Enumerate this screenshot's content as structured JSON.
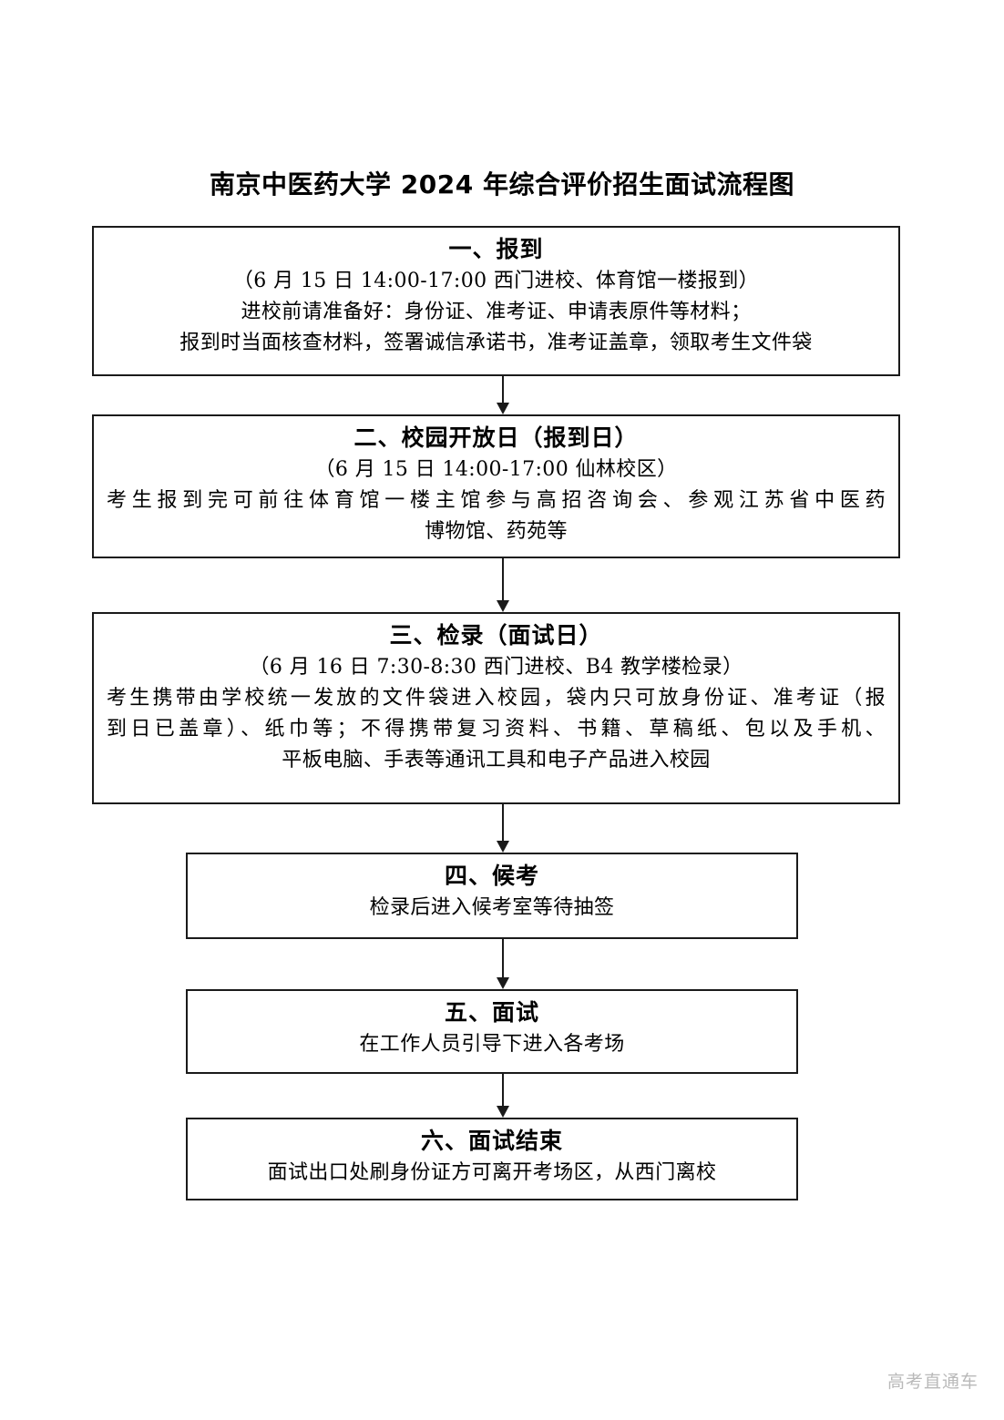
{
  "document": {
    "title": "南京中医药大学 2024 年综合评价招生面试流程图",
    "watermark": "高考直通车",
    "border_color": "#1a1a1a",
    "background_color": "#ffffff",
    "watermark_color": "#b9b9b9"
  },
  "steps": [
    {
      "heading": "一、报到",
      "lines": [
        "（6 月 15 日 14:00-17:00    西门进校、体育馆一楼报到）",
        "进校前请准备好：身份证、准考证、申请表原件等材料；",
        "报到时当面核查材料，签署诚信承诺书，准考证盖章，领取考生文件袋"
      ]
    },
    {
      "heading": "二、校园开放日（报到日）",
      "lines": [
        "（6 月 15 日 14:00-17:00    仙林校区）",
        "考生报到完可前往体育馆一楼主馆参与高招咨询会、参观江苏省中医药",
        "博物馆、药苑等"
      ]
    },
    {
      "heading": "三、检录（面试日）",
      "lines": [
        "（6 月 16 日 7:30-8:30    西门进校、B4 教学楼检录）",
        "考生携带由学校统一发放的文件袋进入校园，袋内只可放身份证、准考证（报",
        "到日已盖章）、纸巾等；不得携带复习资料、书籍、草稿纸、包以及手机、",
        "平板电脑、手表等通讯工具和电子产品进入校园"
      ]
    },
    {
      "heading": "四、候考",
      "lines": [
        "检录后进入候考室等待抽签"
      ]
    },
    {
      "heading": "五、面试",
      "lines": [
        "在工作人员引导下进入各考场"
      ]
    },
    {
      "heading": "六、面试结束",
      "lines": [
        "面试出口处刷身份证方可离开考场区，从西门离校"
      ]
    }
  ],
  "arrows": [
    {
      "name": "arrow-step1-to-step2"
    },
    {
      "name": "arrow-step2-to-step3"
    },
    {
      "name": "arrow-step3-to-step4"
    },
    {
      "name": "arrow-step4-to-step5"
    },
    {
      "name": "arrow-step5-to-step6"
    }
  ]
}
